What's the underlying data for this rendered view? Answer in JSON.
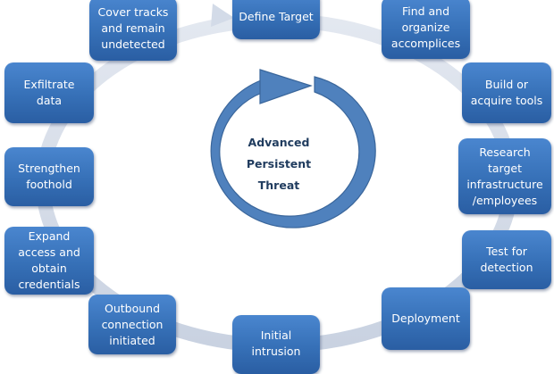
{
  "diagram": {
    "type": "cycle",
    "center_title": "Advanced\nPersistent\nThreat",
    "colors": {
      "step_fill": "#3a73ba",
      "step_text": "#ffffff",
      "ring": "#d3dbe8",
      "center_arrow": "#4f81bd",
      "center_arrow_stroke": "#3a669b",
      "center_text": "#1f3b5e"
    },
    "steps": [
      {
        "id": "define-target",
        "label": "Define Target"
      },
      {
        "id": "find-accomplices",
        "label": "Find and\norganize\naccomplices"
      },
      {
        "id": "build-tools",
        "label": "Build or\nacquire tools"
      },
      {
        "id": "research-target",
        "label": "Research\ntarget\ninfrastructure\n/employees"
      },
      {
        "id": "test-detection",
        "label": "Test for\ndetection"
      },
      {
        "id": "deployment",
        "label": "Deployment"
      },
      {
        "id": "initial-intrusion",
        "label": "Initial\nintrusion"
      },
      {
        "id": "outbound-connection",
        "label": "Outbound\nconnection\ninitiated"
      },
      {
        "id": "expand-access",
        "label": "Expand\naccess and\nobtain\ncredentials"
      },
      {
        "id": "strengthen-foothold",
        "label": "Strengthen\nfoothold"
      },
      {
        "id": "exfiltrate-data",
        "label": "Exfiltrate\ndata"
      },
      {
        "id": "cover-tracks",
        "label": "Cover tracks\nand remain\nundetected"
      }
    ]
  }
}
